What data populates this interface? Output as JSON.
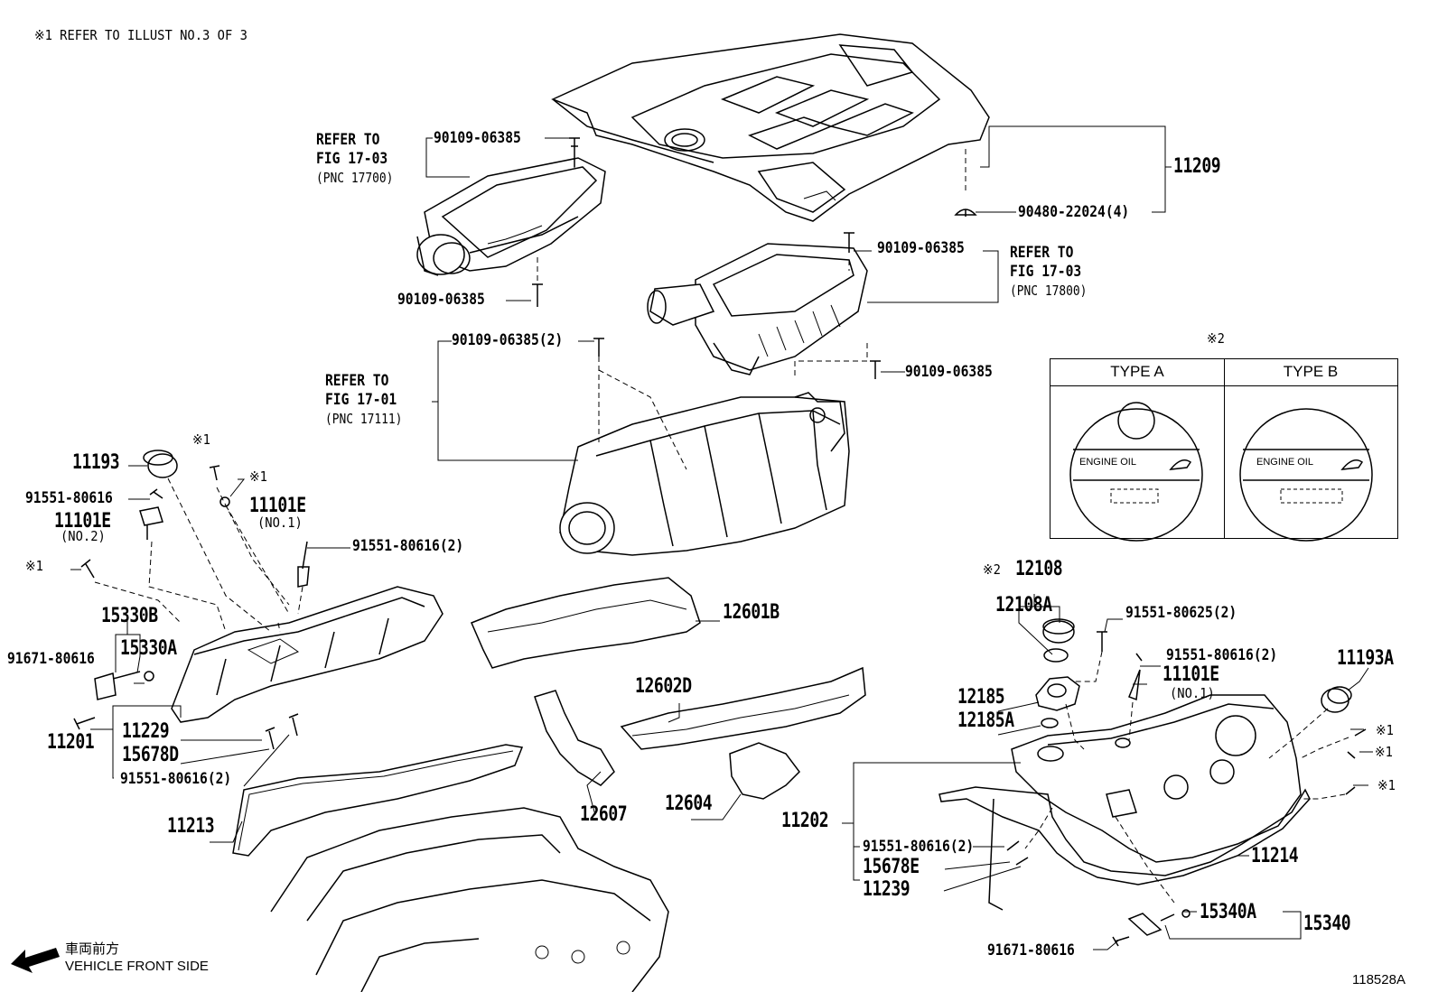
{
  "header_note": "※1 REFER TO ILLUST NO.3 OF 3",
  "illustration_id": "118528A",
  "direction": {
    "japanese": "車両前方",
    "english": "VEHICLE FRONT SIDE"
  },
  "refs": {
    "r1": {
      "line1": "REFER TO",
      "line2": "FIG 17-03",
      "line3": "(PNC 17700)"
    },
    "r2": {
      "line1": "REFER TO",
      "line2": "FIG 17-03",
      "line3": "(PNC 17800)"
    },
    "r3": {
      "line1": "REFER TO",
      "line2": "FIG 17-01",
      "line3": "(PNC 17111)"
    }
  },
  "type_box": {
    "marker": "※2",
    "type_a": {
      "title": "TYPE A",
      "cap_text": "ENGINE OIL"
    },
    "type_b": {
      "title": "TYPE B",
      "cap_text": "ENGINE OIL"
    }
  },
  "labels": {
    "p11209": "11209",
    "p90480": "90480-22024(4)",
    "p90109_a": "90109-06385",
    "p90109_b": "90109-06385",
    "p90109_c": "90109-06385",
    "p90109_d": "90109-06385(2)",
    "p90109_e": "90109-06385",
    "p11193": "11193",
    "m1_a": "※1",
    "m1_b": "※1",
    "m1_c": "※1",
    "p91551_80616_a": "91551-80616",
    "p11101E_no2": "11101E",
    "no2": "(NO.2)",
    "p11101E_no1_l": "11101E",
    "no1_l": "(NO.1)",
    "p91551_80616_2_a": "91551-80616(2)",
    "p15330B": "15330B",
    "p15330A": "15330A",
    "p91671_80616_a": "91671-80616",
    "p11201": "11201",
    "p11229": "11229",
    "p15678D": "15678D",
    "p91551_80616_2_b": "91551-80616(2)",
    "p11213": "11213",
    "p12601B": "12601B",
    "p12602D": "12602D",
    "p12607": "12607",
    "p12604": "12604",
    "m2": "※2",
    "p12108": "12108",
    "p12108A": "12108A",
    "p91551_80625": "91551-80625(2)",
    "p91551_80616_2_c": "91551-80616(2)",
    "p11101E_no1_r": "11101E",
    "no1_r": "(NO.1)",
    "p11193A": "11193A",
    "p12185": "12185",
    "p12185A": "12185A",
    "m1_r1": "※1",
    "m1_r2": "※1",
    "m1_r3": "※1",
    "p11202": "11202",
    "p91551_80616_2_d": "91551-80616(2)",
    "p15678E": "15678E",
    "p11239": "11239",
    "p11214": "11214",
    "p15340A": "15340A",
    "p15340": "15340",
    "p91671_80616_b": "91671-80616"
  }
}
